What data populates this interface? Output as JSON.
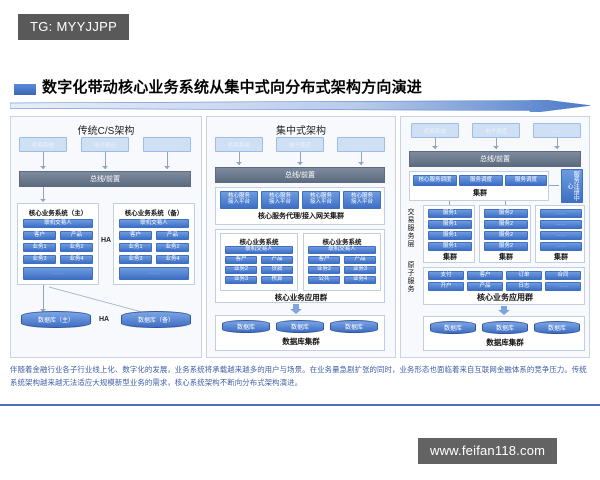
{
  "tg_tag": "TG: MYYJJPP",
  "watermark": "www.feifan118.com",
  "title": "数字化带动核心业务系统从集中式向分布式架构方向演进",
  "footer": "伴随着金融行业各子行业线上化、数字化的发展，业务系统将承载越来越多的用户与场景。在业务量急剧扩张的同时，业务形态也面临着来自互联网金融体系的竞争压力。传统系统架构越来越无法适应大规模新型业务的需求，核心系统架构不断向分布式架构演进。",
  "columns": {
    "col1": {
      "header": "传统C/S架构",
      "channels": [
        "柜面系统",
        "电子渠道",
        "……"
      ],
      "bus": "总线/前置",
      "systems": [
        {
          "title": "核心业务系统（主）",
          "top": "联机交易人",
          "cells": [
            "客户",
            "产品",
            "业务1",
            "业务2",
            "业务3",
            "业务4"
          ],
          "bottom": "……"
        },
        {
          "title": "核心业务系统（备）",
          "top": "联机交易人",
          "cells": [
            "客户",
            "产品",
            "业务1",
            "业务2",
            "业务3",
            "业务4"
          ],
          "bottom": "……"
        }
      ],
      "ha_top": "HA",
      "ha_bottom": "HA",
      "db_primary": "数据库（主）",
      "db_standby": "数据库（备）"
    },
    "col2": {
      "header": "集中式架构",
      "channels": [
        "柜面系统",
        "电子渠道",
        "……"
      ],
      "bus": "总线/前置",
      "gateway_nodes": [
        "核心服务\n接入平台",
        "核心服务\n接入平台",
        "核心服务\n接入平台",
        "核心服务\n接入平台"
      ],
      "gateway_label": "核心服务代理/接入网关集群",
      "systems": [
        {
          "title": "核心业务系统",
          "top": "联机交易人",
          "cells": [
            "客户",
            "产品",
            "业务2",
            "贷款",
            "业务3",
            "核算"
          ],
          "bottom": "……"
        },
        {
          "title": "核心业务系统",
          "top": "联机交易人",
          "cells": [
            "客户",
            "产品",
            "业务2",
            "业务3",
            "公共",
            "业务4"
          ],
          "bottom": "……"
        }
      ],
      "app_cluster_label": "核心业务应用群",
      "databases": [
        "数据库",
        "数据库",
        "数据库"
      ],
      "db_cluster_label": "数据库集群"
    },
    "col3": {
      "header": "",
      "channels": [
        "柜面系统",
        "电子渠道",
        "……"
      ],
      "bus": "总线/前置",
      "dispatchers": [
        "核心服务调度",
        "服务调度",
        "服务调度"
      ],
      "dispatch_cluster_label": "集群",
      "registry": "服务注册中心",
      "layer_label_transaction": "交易服务层",
      "layer_label_atomic": "原子服务",
      "service_groups": [
        {
          "items": [
            "服务1",
            "服务1",
            "服务1",
            "服务1"
          ],
          "label": "集群"
        },
        {
          "items": [
            "服务2",
            "服务2",
            "服务2",
            "服务2"
          ],
          "label": "集群"
        },
        {
          "items": [
            "……",
            "……",
            "……",
            "……"
          ],
          "label": "集群"
        }
      ],
      "atomic_services_row1": [
        "支付",
        "客户",
        "订单",
        "合同"
      ],
      "atomic_services_row2": [
        "开户",
        "产品",
        "日志",
        "……"
      ],
      "app_cluster_label": "核心业务应用群",
      "databases": [
        "数据库",
        "数据库",
        "数据库"
      ],
      "db_cluster_label": "数据库集群"
    }
  },
  "colors": {
    "accent_blue": "#4472c4",
    "bus_gray": "#5d6b80",
    "panel_bg": "#f7f9fc",
    "footer_text": "#3f5fa8",
    "tag_bg": "#595959"
  }
}
